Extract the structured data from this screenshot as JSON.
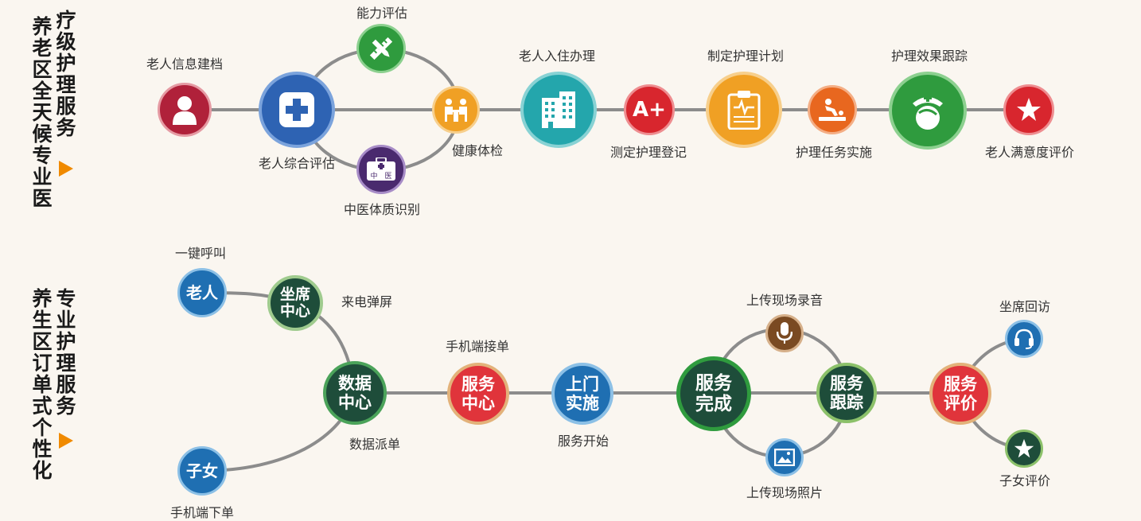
{
  "section1": {
    "title": "医疗级护理服务养老区全天候专业",
    "title_col_right": "疗级护理服务",
    "title_col_left": "养老区全天候专业医",
    "nodes": {
      "elder_info": "老人信息建档",
      "comprehensive": "老人综合评估",
      "ability": "能力评估",
      "tcm": "中医体质识别",
      "health_check": "健康体检",
      "admission": "老人入住办理",
      "grading": "测定护理登记",
      "plan": "制定护理计划",
      "task": "护理任务实施",
      "tracking": "护理效果跟踪",
      "satisfaction": "老人满意度评价"
    },
    "icon_text": {
      "grade": "A+",
      "tcm_a": "中",
      "tcm_b": "医"
    }
  },
  "section2": {
    "title_col_right": "专业护理服务",
    "title_col_left": "养生区订单式个性化",
    "nodes": {
      "elder": "老人",
      "seat_center": "坐席\n中心",
      "children": "子女",
      "data_center": "数据\n中心",
      "service_center": "服务\n中心",
      "onsite": "上门\n实施",
      "service_done": "服务\n完成",
      "service_track": "服务\n跟踪",
      "service_eval": "服务\n评价"
    },
    "labels": {
      "one_key_call": "一键呼叫",
      "incoming_popup": "来电弹屏",
      "mobile_order": "手机端下单",
      "data_dispatch": "数据派单",
      "mobile_accept": "手机端接单",
      "service_start": "服务开始",
      "upload_audio": "上传现场录音",
      "upload_photo": "上传现场照片",
      "seat_revisit": "坐席回访",
      "children_eval": "子女评价"
    }
  },
  "colors": {
    "background": "#faf6f0",
    "connector": "#8c8c8c",
    "arrow": "#f08a00",
    "dark_green": "#1e4d3a",
    "red": "#e0343b",
    "blue": "#1f6fb2",
    "orange": "#f0a024",
    "teal": "#24a6ac",
    "purple": "#4a2a6e",
    "green": "#2f9b3e",
    "crimson": "#b0213a"
  }
}
